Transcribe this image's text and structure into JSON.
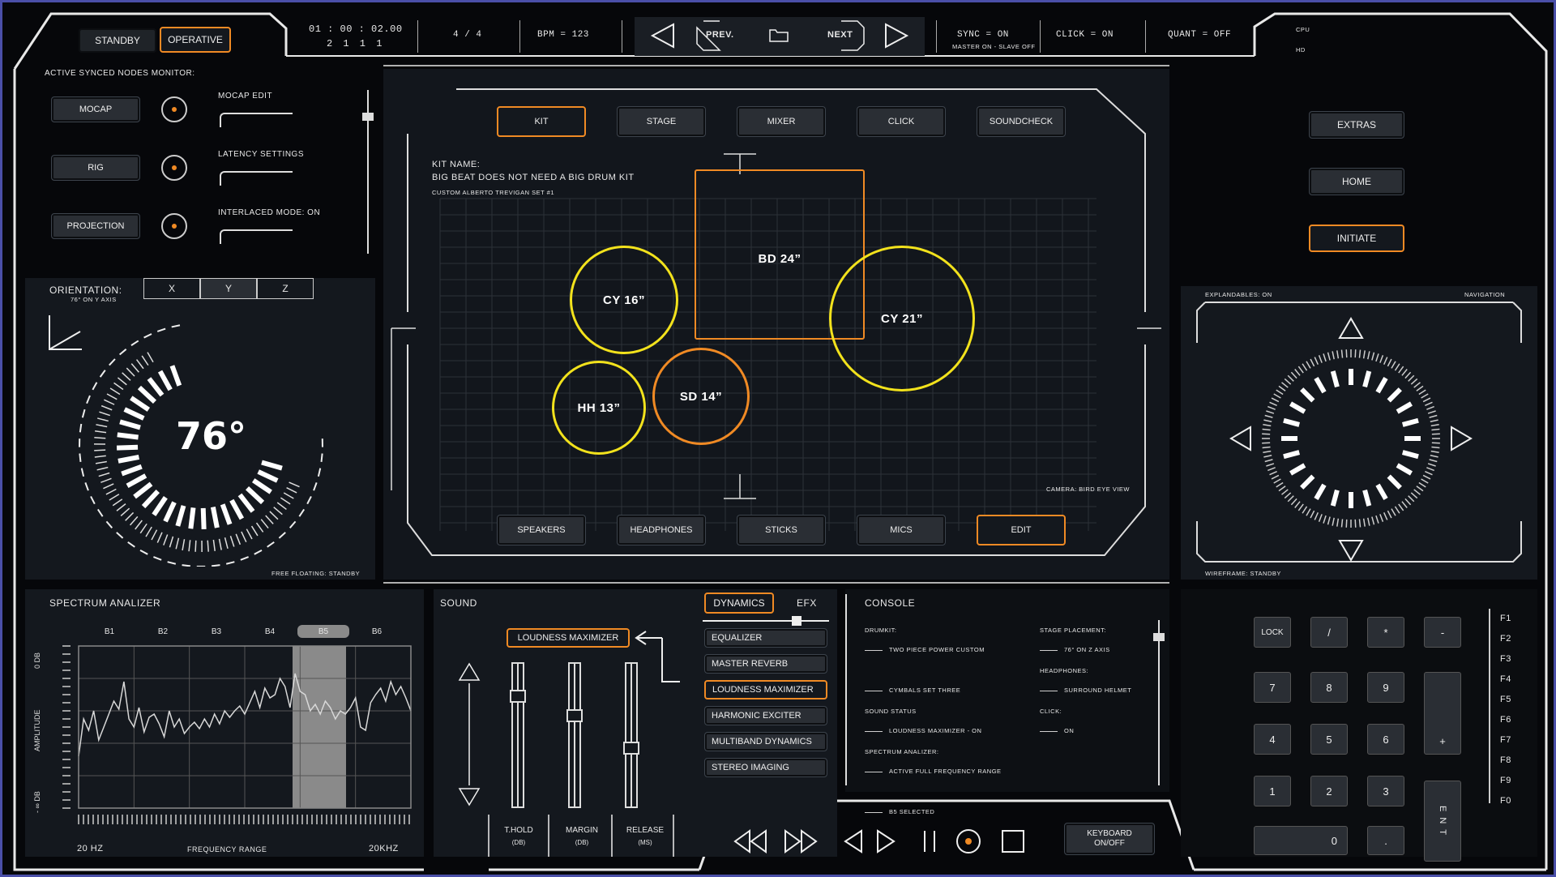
{
  "top": {
    "standby": "STANDBY",
    "operative": "OPERATIVE",
    "timecode": "01 : 00 : 02.00",
    "bars": "2  1  1  1",
    "signature": "4 / 4",
    "bpm": "BPM = 123",
    "prev": "PREV.",
    "next": "NEXT",
    "sync": "SYNC = ON",
    "sync_sub": "MASTER ON - SLAVE OFF",
    "click": "CLICK = ON",
    "quant": "QUANT = OFF",
    "cpu": "CPU",
    "hd": "HD"
  },
  "nodes": {
    "title": "ACTIVE SYNCED NODES MONITOR:",
    "items": [
      {
        "label": "MoCap",
        "setting": "MOCAP EDIT"
      },
      {
        "label": "RIG",
        "setting": "LATENCY SETTINGS"
      },
      {
        "label": "PROJECTION",
        "setting": "INTERLACED MODE: ON"
      }
    ]
  },
  "orientation": {
    "title": "ORIENTATION:",
    "sub": "76° ON Y AXIS",
    "axes": [
      "X",
      "Y",
      "Z"
    ],
    "selected": "Y",
    "value": "76°",
    "footer": "FREE FLOATING: STANDBY"
  },
  "stage": {
    "tabs_top": [
      "KIT",
      "STAGE",
      "MIXER",
      "CLICK",
      "SOUNDCHECK"
    ],
    "tabs_bottom": [
      "SPEAKERS",
      "HEADPHONES",
      "STICKS",
      "MICS",
      "EDIT"
    ],
    "kit_label": "KIT NAME:",
    "kit_name": "BIG BEAT DOES NOT NEED A BIG DRUM KIT",
    "kit_sub": "CUSTOM ALBERTO TREVIGAN SET #1",
    "camera": "CAMERA: BIRD EYE VIEW",
    "drums": {
      "bd": "BD 24”",
      "cy16": "CY 16”",
      "cy21": "CY 21”",
      "hh": "HH 13”",
      "sd": "SD 14”"
    }
  },
  "right_menu": {
    "extras": "EXTRAS",
    "home": "HOME",
    "initiate": "INITIATE"
  },
  "navigation": {
    "left": "EXPLANDABLES: ON",
    "right": "NAVIGATION",
    "footer": "WIREFRAME: STANDBY"
  },
  "spectrum": {
    "title": "SPECTRUM ANALIZER",
    "bands": [
      "B1",
      "B2",
      "B3",
      "B4",
      "B5",
      "B6"
    ],
    "selected_band": "B5",
    "y_top": "0 DB",
    "y_mid": "AMPLITUDE",
    "y_bottom": "- ∞ DB",
    "x_left": "20 Hz",
    "x_mid": "FREQUENCY RANGE",
    "x_right": "20KHz",
    "trace": [
      0.32,
      0.55,
      0.48,
      0.6,
      0.42,
      0.5,
      0.58,
      0.66,
      0.61,
      0.78,
      0.55,
      0.5,
      0.62,
      0.47,
      0.56,
      0.58,
      0.52,
      0.44,
      0.6,
      0.5,
      0.55,
      0.46,
      0.5,
      0.53,
      0.49,
      0.55,
      0.5,
      0.58,
      0.52,
      0.6,
      0.56,
      0.6,
      0.63,
      0.58,
      0.65,
      0.72,
      0.62,
      0.74,
      0.68,
      0.7,
      0.8,
      0.75,
      0.62,
      0.83,
      0.72,
      0.7,
      0.6,
      0.64,
      0.58,
      0.66,
      0.62,
      0.55,
      0.6,
      0.58,
      0.62,
      0.68,
      0.5,
      0.48,
      0.65,
      0.7,
      0.74,
      0.66,
      0.78,
      0.7,
      0.75,
      0.68,
      0.6
    ]
  },
  "sound": {
    "title": "SOUND",
    "loudness": "LOUDNESS MAXIMIZER",
    "faders": [
      {
        "label": "T.HOLD",
        "unit": "(DB)",
        "level": 0.8
      },
      {
        "label": "MARGIN",
        "unit": "(DB)",
        "level": 0.65
      },
      {
        "label": "RELEASE",
        "unit": "(MS)",
        "level": 0.4
      }
    ],
    "tab_dynamics": "DYNAMICS",
    "tab_efx": "EFX",
    "effects": [
      "EQUALIZER",
      "MASTER REVERB",
      "LOUDNESS MAXIMIZER",
      "HARMONIC EXCITER",
      "MULTIBAND DYNAMICS",
      "STEREO IMAGING"
    ],
    "active_effect": "LOUDNESS MAXIMIZER"
  },
  "console": {
    "title": "CONSOLE",
    "left": [
      {
        "head": "DRUMKIT:",
        "val": "TWO PIECE POWER CUSTOM"
      },
      {
        "head": "",
        "val": "CYMBALS SET THREE"
      },
      {
        "head": "SOUND STATUS",
        "val": "LOUDNESS MAXIMIZER - ON"
      },
      {
        "head": "SPECTRUM ANALIZER:",
        "val": "ACTIVE FULL FREQUENCY RANGE"
      },
      {
        "head": "",
        "val": "B5 SELECTED"
      }
    ],
    "right": [
      {
        "head": "STAGE PLACEMENT:",
        "val": "76° ON Z AXIS"
      },
      {
        "head": "HEADPHONES:",
        "val": "SURROUND HELMET"
      },
      {
        "head": "CLICK:",
        "val": "ON"
      }
    ]
  },
  "transport": {
    "keyboard_line1": "KEYBOARD",
    "keyboard_line2": "ON/OFF"
  },
  "keypad": {
    "lock": "LOCK",
    "div": "/",
    "mul": "*",
    "minus": "-",
    "digits": [
      "7",
      "8",
      "9",
      "4",
      "5",
      "6",
      "1",
      "2",
      "3"
    ],
    "plus": "+",
    "zero": "0",
    "dot": ".",
    "ent": "E N T",
    "fkeys": [
      "F1",
      "F2",
      "F3",
      "F4",
      "F5",
      "F6",
      "F7",
      "F8",
      "F9",
      "F0"
    ]
  },
  "colors": {
    "accent": "#f08a24",
    "yellow": "#f2e21c",
    "orange_ring": "#f08a24",
    "panel": "#14181e"
  }
}
